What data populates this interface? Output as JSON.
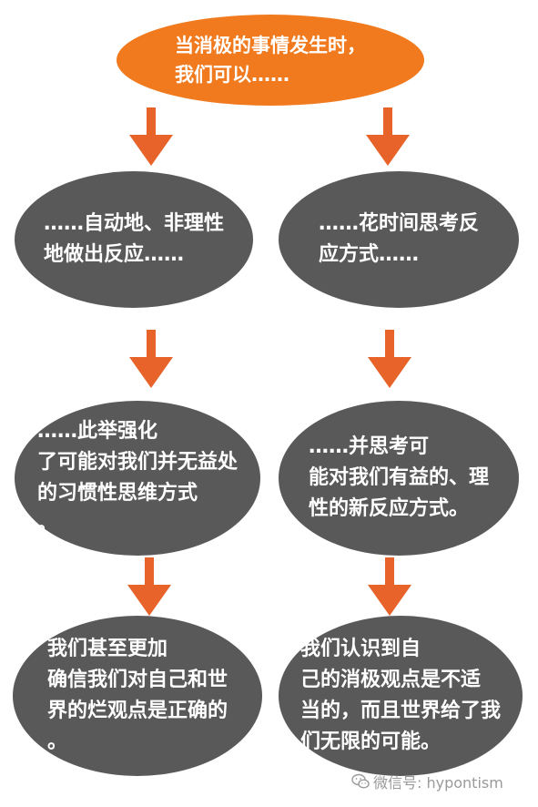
{
  "diagram": {
    "colors": {
      "top_node": "#f07a1d",
      "nodes": "#595959",
      "arrows": "#e8632a",
      "node_text": "#ffffff"
    },
    "top": {
      "text": "当消极的事情发生时，\n我们可以……"
    },
    "left": [
      {
        "text": "……自动地、非理性\n地做出反应……"
      },
      {
        "text": "   ……此举强化\n了可能对我们并无益处\n的习惯性思维方式\n        。"
      },
      {
        "text": "     我们甚至更加\n确信我们对自己和世\n界的烂观点是正确的\n。"
      }
    ],
    "right": [
      {
        "text": "……花时间思考反\n应方式……"
      },
      {
        "text": "   ……并思考可\n能对我们有益的、理\n性的新反应方式。"
      },
      {
        "text": "   我们认识到自\n己的消极观点是不适\n当的，而且世界给了我\n们无限的可能。"
      }
    ]
  },
  "watermark": {
    "icon": "wechat-icon",
    "text": "微信号: hypontism"
  }
}
